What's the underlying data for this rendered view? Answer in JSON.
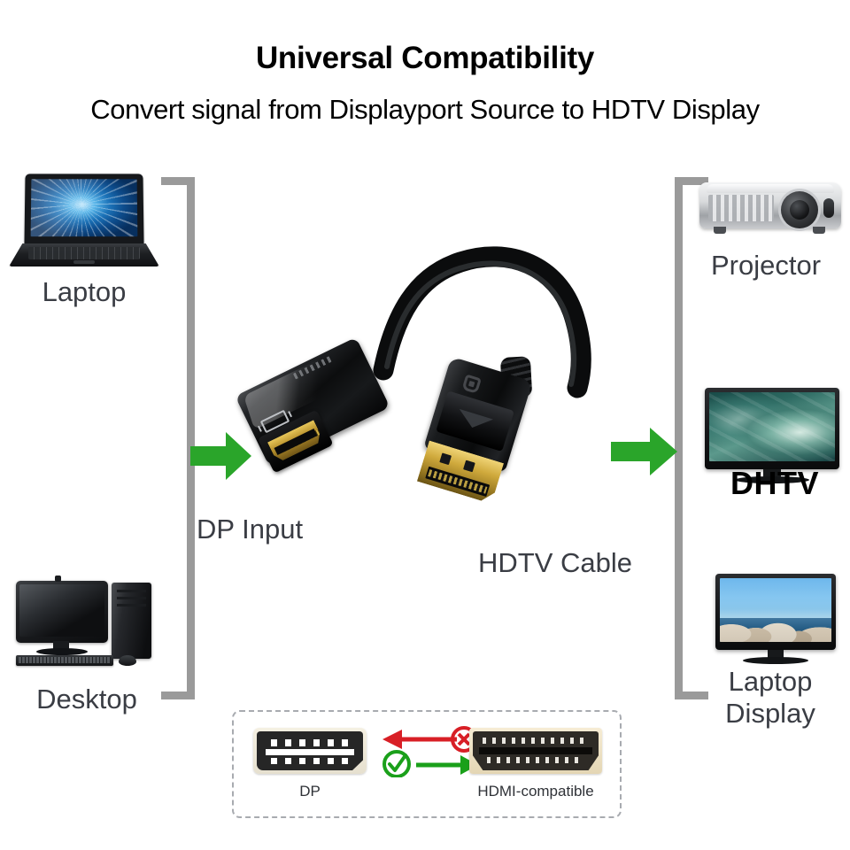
{
  "headings": {
    "title": "Universal Compatibility",
    "subtitle": "Convert signal from Displayport Source to HDTV Display"
  },
  "sources": {
    "bracket_name": "source-devices-bracket",
    "items": [
      {
        "id": "laptop",
        "label": "Laptop",
        "icon": "laptop-icon"
      },
      {
        "id": "desktop",
        "label": "Desktop",
        "icon": "desktop-computer-icon"
      }
    ]
  },
  "outputs": {
    "bracket_name": "display-devices-bracket",
    "items": [
      {
        "id": "projector",
        "label": "Projector",
        "icon": "projector-icon"
      },
      {
        "id": "dhtv",
        "label": "DHTV",
        "icon": "television-icon"
      },
      {
        "id": "laptop-display",
        "label": "Laptop\nDisplay",
        "icon": "monitor-icon"
      }
    ]
  },
  "product": {
    "input_label": "DP Input",
    "cable_label": "HDTV Cable",
    "adapter_icon": "display-port-glyph",
    "plug_icon": "displayport-plug-icon"
  },
  "arrows": {
    "left_arrow": "green-arrow-right",
    "right_arrow": "green-arrow-right",
    "color": "#2aa52a"
  },
  "legend": {
    "dp_label": "DP",
    "hdmi_label": "HDMI-compatible",
    "forbidden_icon": "red-x-circle-icon",
    "forbidden_arrow": "red-arrow-left",
    "allowed_icon": "green-check-circle-icon",
    "allowed_arrow": "green-arrow-right",
    "red": "#d81f26",
    "green": "#1aa01a"
  },
  "colors": {
    "bracket": "#9a9a9a",
    "text": "#3a3d44",
    "heading": "#000000",
    "background": "#ffffff"
  }
}
